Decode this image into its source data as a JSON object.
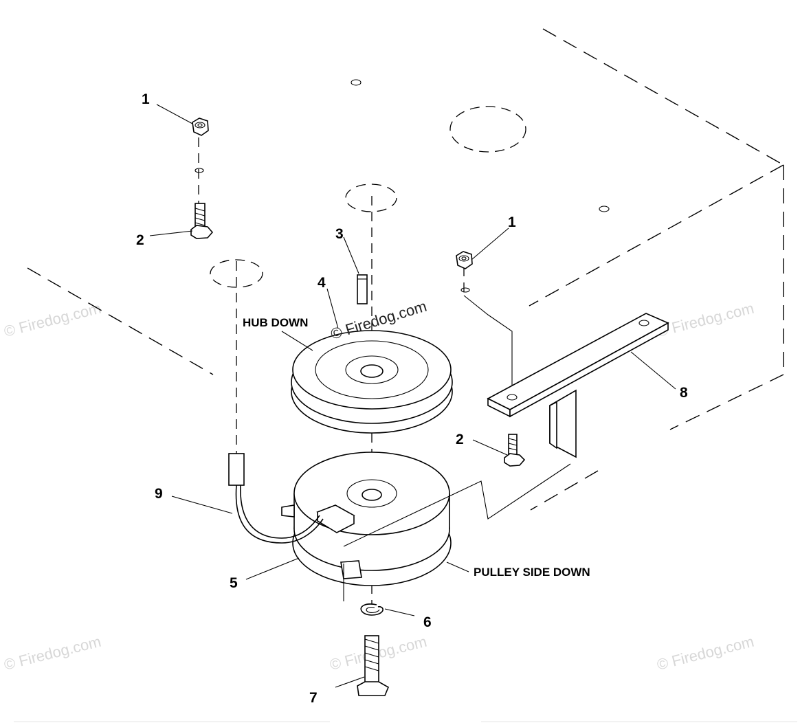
{
  "callouts": {
    "c1a": "1",
    "c1b": "1",
    "c2a": "2",
    "c2b": "2",
    "c3": "3",
    "c4": "4",
    "c5": "5",
    "c6": "6",
    "c7": "7",
    "c8": "8",
    "c9": "9"
  },
  "labels": {
    "hub_down": "HUB DOWN",
    "pulley_side_down": "PULLEY SIDE DOWN"
  },
  "watermarks": {
    "main": "© Firedog.com",
    "faint": "© Firedog.com"
  }
}
